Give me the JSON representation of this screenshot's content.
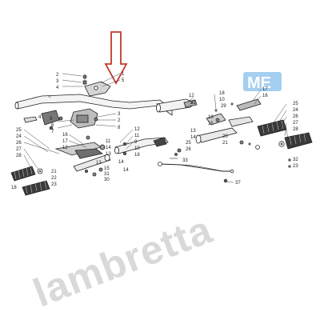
{
  "watermark": {
    "text": "lambretta",
    "badge": "ME",
    "badge_color": "#5aa7e6"
  },
  "colors": {
    "arrow": "#c0392b",
    "ink": "#222222"
  },
  "callouts": {
    "lever_left": [
      "2",
      "3",
      "1",
      "4",
      "5",
      "6",
      "7",
      "8",
      "9"
    ],
    "clamp": [
      "3",
      "2",
      "4"
    ],
    "grip_left": [
      "25",
      "24",
      "26",
      "27",
      "28"
    ],
    "grip_left_lower": [
      "16",
      "17",
      "12",
      "11",
      "14",
      "13",
      "30",
      "21",
      "22",
      "23",
      "15",
      "31",
      "14"
    ],
    "grip_left_bottom": [
      "18"
    ],
    "centre": [
      "12",
      "11",
      "9",
      "10",
      "18",
      "14",
      "13"
    ],
    "cable": [
      "25",
      "26",
      "33",
      "37"
    ],
    "right_upper": [
      "12",
      "21",
      "10",
      "13",
      "14",
      "29",
      "18",
      "17",
      "16"
    ],
    "right_mid": [
      "19",
      "15",
      "20",
      "21",
      "25",
      "24",
      "26",
      "27",
      "28"
    ],
    "right_lower": [
      "32",
      "23"
    ]
  }
}
